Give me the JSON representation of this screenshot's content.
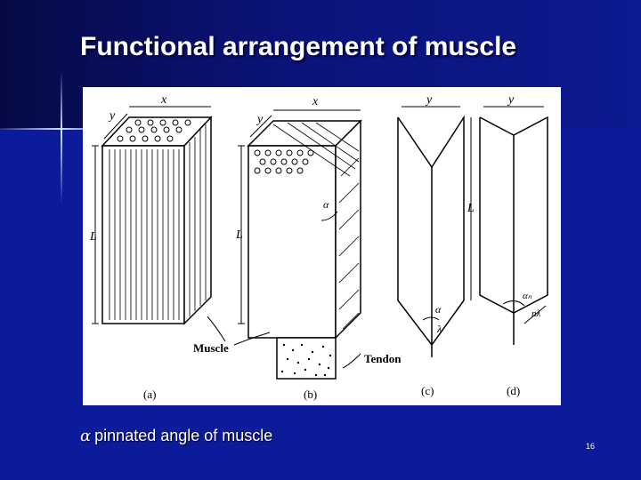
{
  "slide": {
    "title": "Functional arrangement of muscle",
    "caption_symbol": "α",
    "caption_text": "pinnated angle of muscle",
    "page_number": "16"
  },
  "figure": {
    "labels": {
      "x": "x",
      "y": "y",
      "L": "L",
      "alpha": "α",
      "alpha_n": "αₙ",
      "lambda": "λ",
      "n_lambda": "nλ",
      "muscle": "Muscle",
      "tendon": "Tendon",
      "a": "(a)",
      "b": "(b)",
      "c": "(c)",
      "d": "(d)"
    }
  }
}
